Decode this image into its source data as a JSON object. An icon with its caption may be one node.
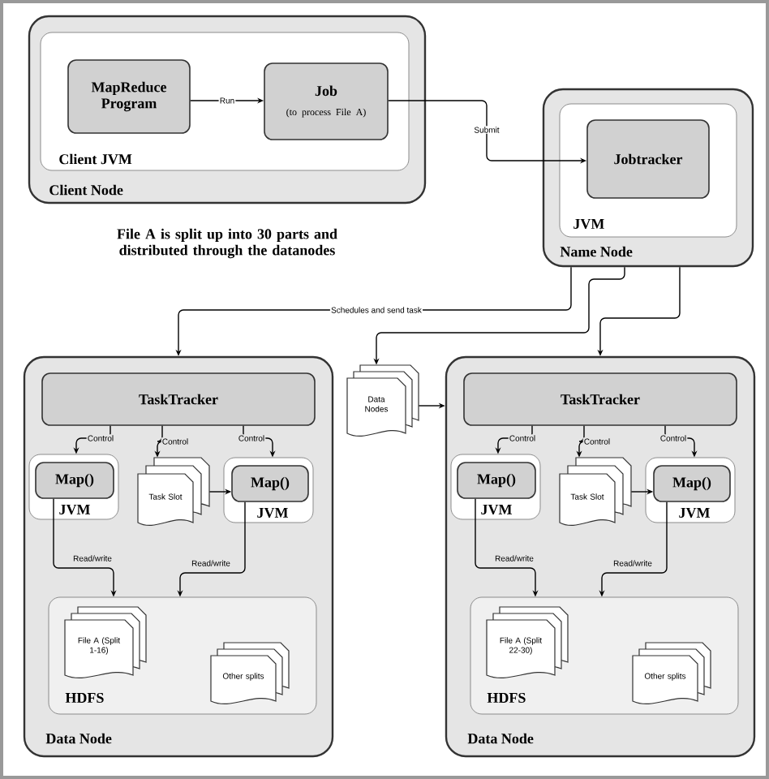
{
  "diagram": {
    "nodes": [
      {
        "text": [
          "Client Node"
        ]
      },
      {
        "text": [
          "Client JVM"
        ],
        "in": 0
      },
      {
        "text": [
          "MapReduce Program"
        ],
        "in": 1
      },
      {
        "text": [
          "Job",
          "(to process File A)"
        ],
        "in": 1
      },
      {
        "text": [
          "Name Node"
        ]
      },
      {
        "text": [
          "JVM"
        ],
        "in": 4
      },
      {
        "text": [
          "Jobtracker"
        ],
        "in": 5
      },
      {
        "text": [
          "Data Node"
        ]
      },
      {
        "text": [
          "TaskTracker"
        ],
        "in": 7
      },
      {
        "text": [
          "JVM"
        ],
        "in": 7
      },
      {
        "text": [
          "Map()"
        ],
        "in": 9
      },
      {
        "text": [
          "Task Slot"
        ],
        "in": 7
      },
      {
        "text": [
          "JVM"
        ],
        "in": 7
      },
      {
        "text": [
          "Map()"
        ],
        "in": 12
      },
      {
        "text": [
          "HDFS"
        ],
        "in": 7
      },
      {
        "text": [
          "File A (Split 1-16)"
        ],
        "in": 14
      },
      {
        "text": [
          "Other splits"
        ],
        "in": 14
      },
      {
        "text": [
          "Data Nodes"
        ]
      },
      {
        "text": [
          "Data Node"
        ]
      },
      {
        "text": [
          "TaskTracker"
        ],
        "in": 18
      },
      {
        "text": [
          "JVM"
        ],
        "in": 18
      },
      {
        "text": [
          "Map()"
        ],
        "in": 20
      },
      {
        "text": [
          "Task Slot"
        ],
        "in": 18
      },
      {
        "text": [
          "JVM"
        ],
        "in": 18
      },
      {
        "text": [
          "Map()"
        ],
        "in": 23
      },
      {
        "text": [
          "HDFS"
        ],
        "in": 18
      },
      {
        "text": [
          "File A (Split 22-30)"
        ],
        "in": 25
      },
      {
        "text": [
          "Other splits"
        ],
        "in": 25
      }
    ],
    "edges": [
      {
        "from": 2,
        "to": 3,
        "arrow": "to",
        "label": "Run"
      },
      {
        "from": 3,
        "to": 6,
        "arrow": "to",
        "label": "Submit"
      },
      {
        "from": 4,
        "to": 7,
        "arrow": "to",
        "label": "Schedules and send task"
      },
      {
        "from": 4,
        "to": 17,
        "arrow": "to"
      },
      {
        "from": 4,
        "to": 18,
        "arrow": "to"
      },
      {
        "from": 17,
        "to": 18,
        "arrow": "to"
      },
      {
        "from": 8,
        "to": 9,
        "arrow": "to",
        "label": "Control"
      },
      {
        "from": 8,
        "to": 11,
        "arrow": "to",
        "label": "Control"
      },
      {
        "from": 8,
        "to": 12,
        "arrow": "to",
        "label": "Control"
      },
      {
        "from": 11,
        "to": 13,
        "arrow": "to"
      },
      {
        "from": 10,
        "to": 14,
        "arrow": "to",
        "label": "Read/write"
      },
      {
        "from": 13,
        "to": 14,
        "arrow": "to",
        "label": "Read/write"
      },
      {
        "from": 19,
        "to": 20,
        "arrow": "to",
        "label": "Control"
      },
      {
        "from": 19,
        "to": 22,
        "arrow": "to",
        "label": "Control"
      },
      {
        "from": 19,
        "to": 23,
        "arrow": "to",
        "label": "Control"
      },
      {
        "from": 22,
        "to": 24,
        "arrow": "to"
      },
      {
        "from": 21,
        "to": 25,
        "arrow": "to",
        "label": "Read/write"
      },
      {
        "from": 24,
        "to": 25,
        "arrow": "to",
        "label": "Read/write"
      }
    ],
    "labels": [
      "File A is split up into 30 parts and distributed through the datanodes"
    ]
  }
}
